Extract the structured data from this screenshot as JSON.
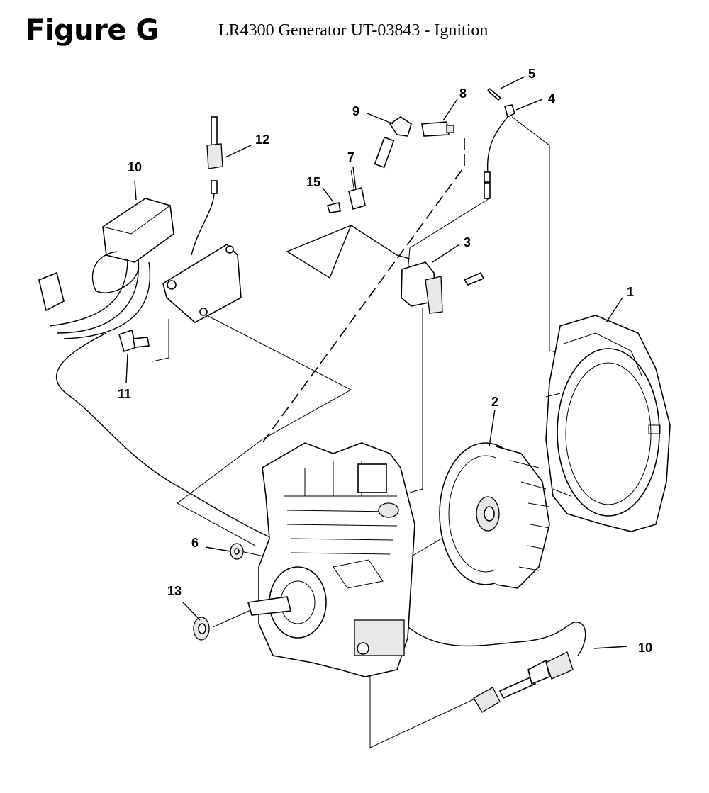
{
  "figure": {
    "title": "Figure G",
    "subtitle": "LR4300 Generator UT-03843 - Ignition"
  },
  "callouts": {
    "c1": "1",
    "c2": "2",
    "c3": "3",
    "c4": "4",
    "c5": "5",
    "c6": "6",
    "c7": "7",
    "c8": "8",
    "c9": "9",
    "c10a": "10",
    "c10b": "10",
    "c11": "11",
    "c12": "12",
    "c13": "13",
    "c15": "15"
  }
}
